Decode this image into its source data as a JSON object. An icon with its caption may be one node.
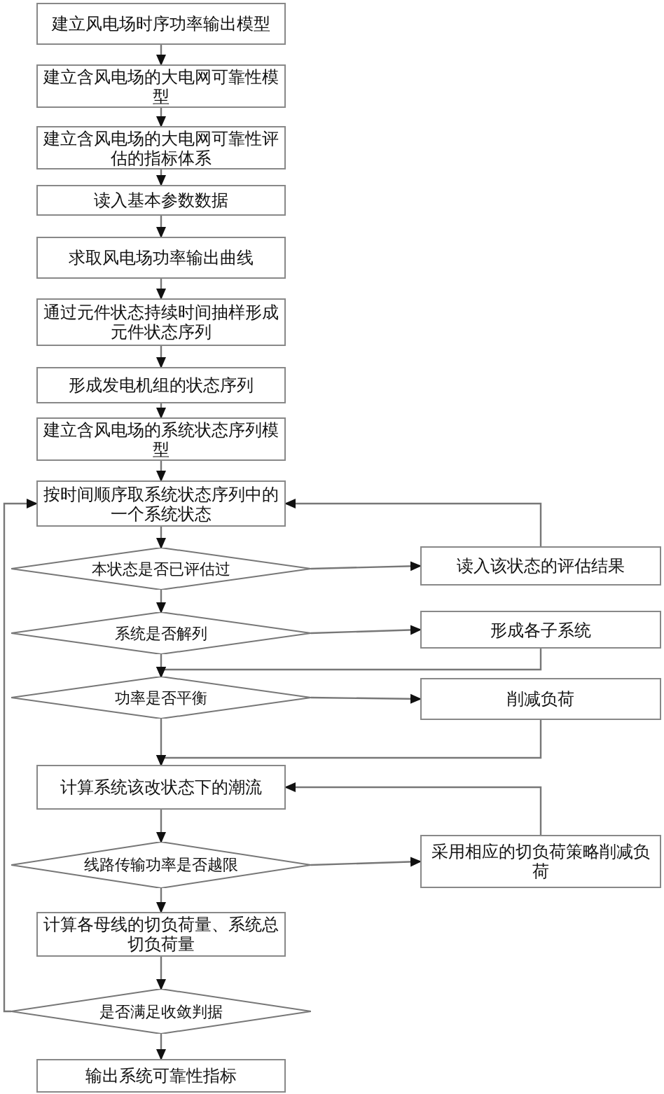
{
  "diagram": {
    "nodes": [
      {
        "text": [
          "建立风电场时序功率输出模型"
        ]
      },
      {
        "text": [
          "建立含风电场的大电网可靠性模型"
        ]
      },
      {
        "text": [
          "建立含风电场的大电网可靠性评估的指标体系"
        ]
      },
      {
        "text": [
          "读入基本参数数据"
        ]
      },
      {
        "text": [
          "求取风电场功率输出曲线"
        ]
      },
      {
        "text": [
          "通过元件状态持续时间抽样形成元件状态序列"
        ]
      },
      {
        "text": [
          "形成发电机组的状态序列"
        ]
      },
      {
        "text": [
          "建立含风电场的系统状态序列模型"
        ]
      },
      {
        "text": [
          "按时间顺序取系统状态序列中的一个系统状态"
        ]
      },
      {
        "text": [
          "本状态是否已评估过"
        ]
      },
      {
        "text": [
          "读入该状态的评估结果"
        ]
      },
      {
        "text": [
          "系统是否解列"
        ]
      },
      {
        "text": [
          "形成各子系统"
        ]
      },
      {
        "text": [
          "功率是否平衡"
        ]
      },
      {
        "text": [
          "削减负荷"
        ]
      },
      {
        "text": [
          "计算系统该改状态下的潮流"
        ]
      },
      {
        "text": [
          "线路传输功率是否越限"
        ]
      },
      {
        "text": [
          "采用相应的切负荷策略削减负荷"
        ]
      },
      {
        "text": [
          "计算各母线的切负荷量、系统总切负荷量"
        ]
      },
      {
        "text": [
          "是否满足收敛判据"
        ]
      },
      {
        "text": [
          "输出系统可靠性指标"
        ]
      }
    ],
    "edges": [
      {
        "from": 0,
        "to": 1,
        "arrow": "to"
      },
      {
        "from": 1,
        "to": 2,
        "arrow": "to"
      },
      {
        "from": 2,
        "to": 3,
        "arrow": "to"
      },
      {
        "from": 3,
        "to": 4,
        "arrow": "to"
      },
      {
        "from": 4,
        "to": 5,
        "arrow": "to"
      },
      {
        "from": 5,
        "to": 6,
        "arrow": "to"
      },
      {
        "from": 6,
        "to": 7,
        "arrow": "to"
      },
      {
        "from": 7,
        "to": 8,
        "arrow": "to"
      },
      {
        "from": 8,
        "to": 9,
        "arrow": "to"
      },
      {
        "from": 9,
        "to": 10,
        "arrow": "to"
      },
      {
        "from": 10,
        "to": 8,
        "arrow": "to"
      },
      {
        "from": 9,
        "to": 11,
        "arrow": "to"
      },
      {
        "from": 11,
        "to": 12,
        "arrow": "to"
      },
      {
        "from": 12,
        "to": 13,
        "arrow": "to"
      },
      {
        "from": 11,
        "to": 13,
        "arrow": "to"
      },
      {
        "from": 13,
        "to": 14,
        "arrow": "to"
      },
      {
        "from": 14,
        "to": 15,
        "arrow": "to"
      },
      {
        "from": 13,
        "to": 15,
        "arrow": "to"
      },
      {
        "from": 15,
        "to": 16,
        "arrow": "to"
      },
      {
        "from": 16,
        "to": 17,
        "arrow": "to"
      },
      {
        "from": 17,
        "to": 15,
        "arrow": "to"
      },
      {
        "from": 16,
        "to": 18,
        "arrow": "to"
      },
      {
        "from": 18,
        "to": 19,
        "arrow": "to"
      },
      {
        "from": 19,
        "to": 8,
        "arrow": "to"
      },
      {
        "from": 19,
        "to": 20,
        "arrow": "to"
      }
    ]
  }
}
